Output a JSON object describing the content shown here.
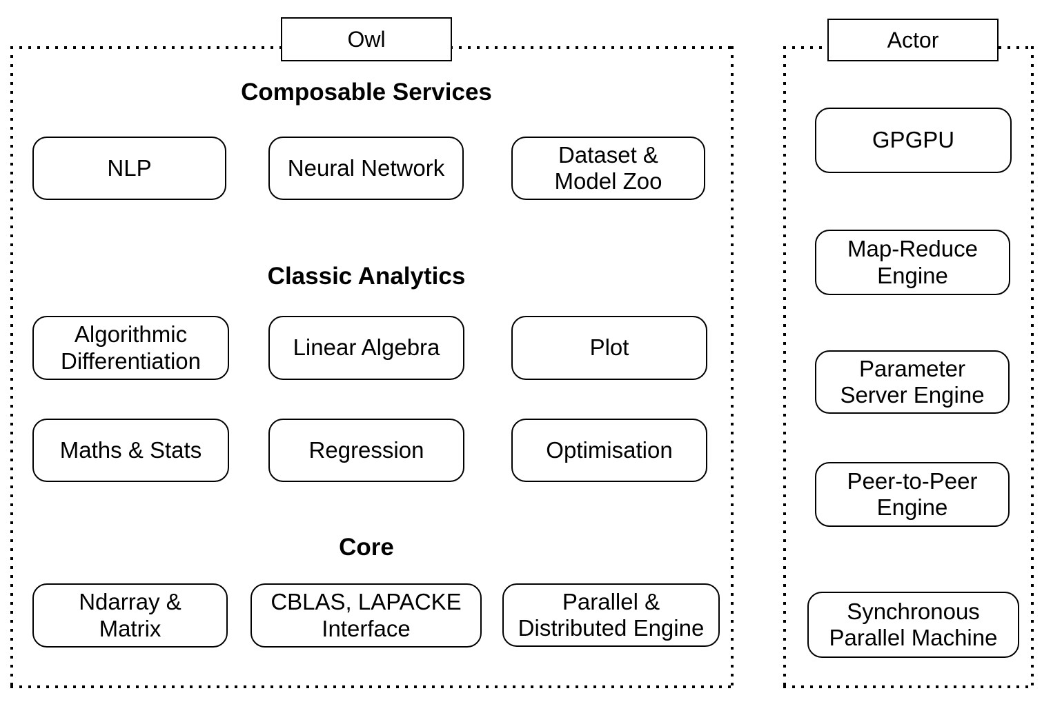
{
  "figure": {
    "owl": {
      "title": "Owl",
      "headings": {
        "composable": "Composable Services",
        "classic": "Classic Analytics",
        "core": "Core"
      },
      "nodes": {
        "nlp": "NLP",
        "neural_network": "Neural Network",
        "dataset_model_zoo": "Dataset &\nModel Zoo",
        "algorithmic_differentiation": "Algorithmic\nDifferentiation",
        "linear_algebra": "Linear Algebra",
        "plot": "Plot",
        "maths_stats": "Maths & Stats",
        "regression": "Regression",
        "optimisation": "Optimisation",
        "ndarray_matrix": "Ndarray &\nMatrix",
        "cblas_lapacke_interface": "CBLAS, LAPACKE\nInterface",
        "parallel_distributed_engine": "Parallel &\nDistributed Engine"
      }
    },
    "actor": {
      "title": "Actor",
      "nodes": {
        "gpgpu": "GPGPU",
        "map_reduce_engine": "Map-Reduce\nEngine",
        "parameter_server_engine": "Parameter\nServer Engine",
        "peer_to_peer_engine": "Peer-to-Peer\nEngine",
        "synchronous_parallel_machine": "Synchronous\nParallel Machine"
      }
    }
  },
  "colors": {
    "line": "#000000",
    "bg": "#ffffff",
    "text": "#000000"
  }
}
